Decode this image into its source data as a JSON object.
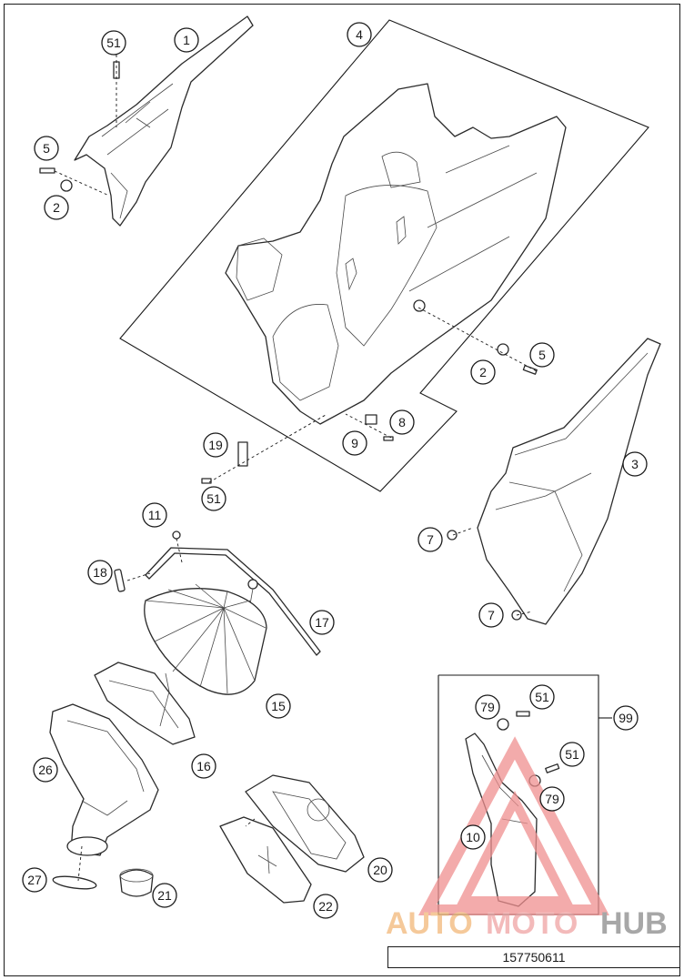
{
  "callouts": [
    {
      "id": "c1",
      "label": "1"
    },
    {
      "id": "c51a",
      "label": "51"
    },
    {
      "id": "c5a",
      "label": "5"
    },
    {
      "id": "c2a",
      "label": "2"
    },
    {
      "id": "c4",
      "label": "4"
    },
    {
      "id": "c5b",
      "label": "5"
    },
    {
      "id": "c2b",
      "label": "2"
    },
    {
      "id": "c8",
      "label": "8"
    },
    {
      "id": "c9",
      "label": "9"
    },
    {
      "id": "c19",
      "label": "19"
    },
    {
      "id": "c51b",
      "label": "51"
    },
    {
      "id": "c3",
      "label": "3"
    },
    {
      "id": "c7a",
      "label": "7"
    },
    {
      "id": "c7b",
      "label": "7"
    },
    {
      "id": "c11",
      "label": "11"
    },
    {
      "id": "c18",
      "label": "18"
    },
    {
      "id": "c17",
      "label": "17"
    },
    {
      "id": "c15",
      "label": "15"
    },
    {
      "id": "c16",
      "label": "16"
    },
    {
      "id": "c26",
      "label": "26"
    },
    {
      "id": "c20",
      "label": "20"
    },
    {
      "id": "c22",
      "label": "22"
    },
    {
      "id": "c27",
      "label": "27"
    },
    {
      "id": "c21",
      "label": "21"
    },
    {
      "id": "c79a",
      "label": "79"
    },
    {
      "id": "c51c",
      "label": "51"
    },
    {
      "id": "c99",
      "label": "99"
    },
    {
      "id": "c51d",
      "label": "51"
    },
    {
      "id": "c79b",
      "label": "79"
    },
    {
      "id": "c10",
      "label": "10"
    }
  ],
  "watermark": {
    "brand_part1": "AUTO",
    "brand_part2": "MOTO",
    "brand_part3": "HUB",
    "color_part1": "#f2b879",
    "color_part2": "#f0a4a4",
    "color_part3": "#8a8a8a"
  },
  "document_number": "157750611"
}
